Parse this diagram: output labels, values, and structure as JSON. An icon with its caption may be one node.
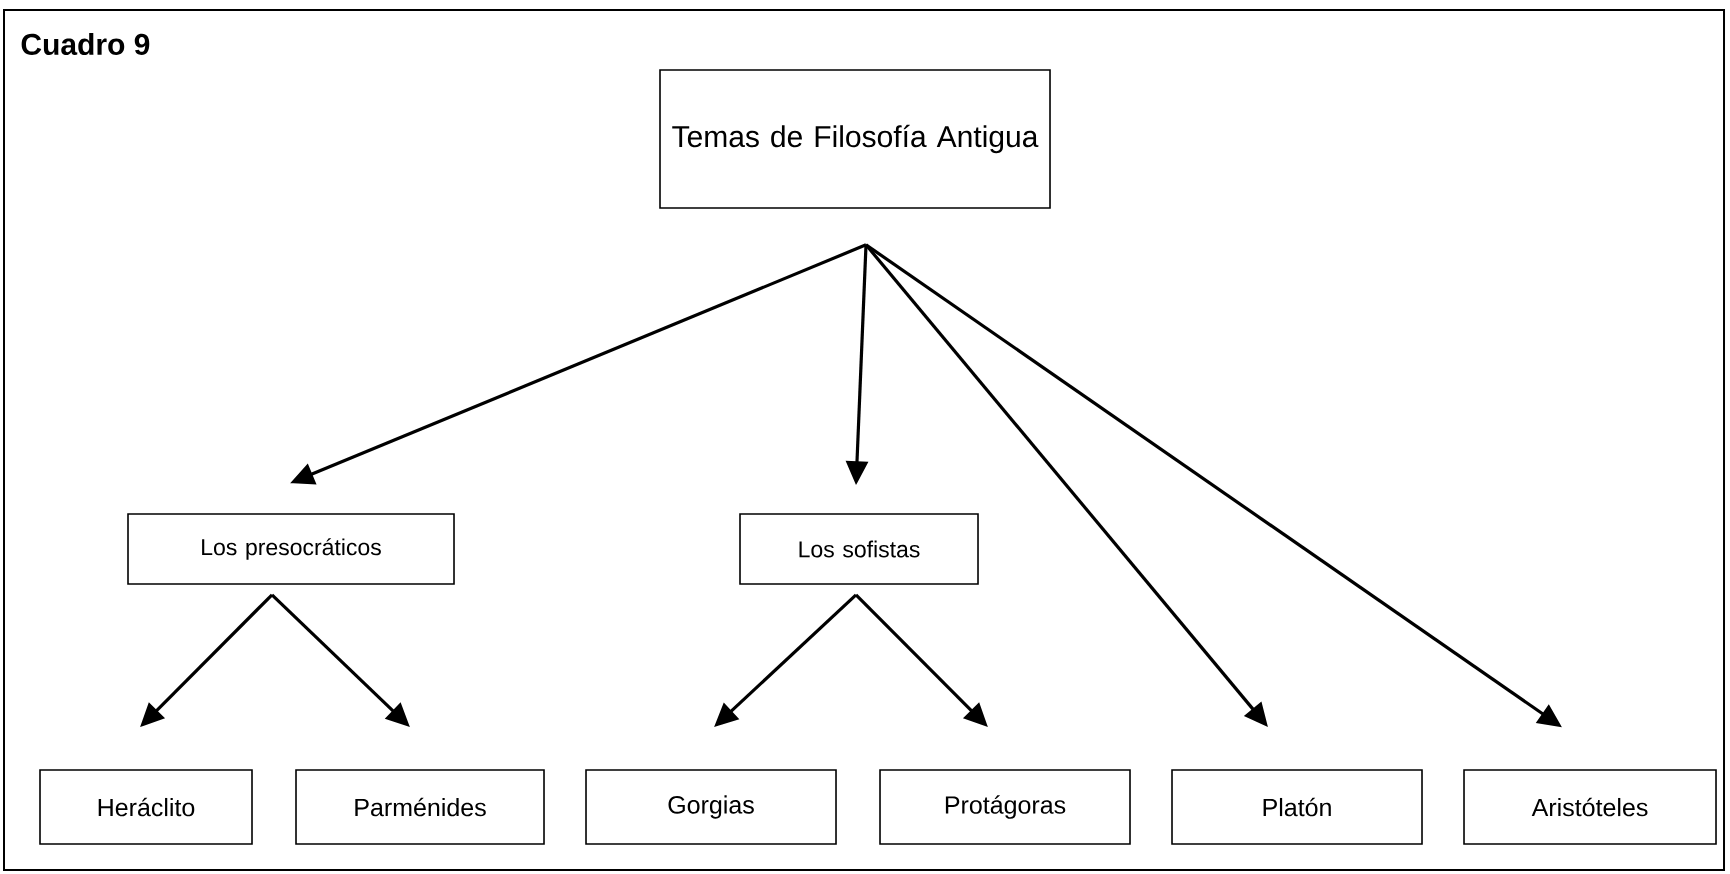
{
  "diagram": {
    "title": "Cuadro 9",
    "nodes": [
      {
        "text": [
          "Temas de Filosofía Antigua"
        ]
      },
      {
        "text": [
          "Los presocráticos"
        ]
      },
      {
        "text": [
          "Los sofistas"
        ]
      },
      {
        "text": [
          "Heráclito"
        ]
      },
      {
        "text": [
          "Parménides"
        ]
      },
      {
        "text": [
          "Gorgias"
        ]
      },
      {
        "text": [
          "Protágoras"
        ]
      },
      {
        "text": [
          "Platón"
        ]
      },
      {
        "text": [
          "Aristóteles"
        ]
      }
    ],
    "edges": [
      {
        "from": 0,
        "to": 1,
        "arrow": "to"
      },
      {
        "from": 0,
        "to": 2,
        "arrow": "to"
      },
      {
        "from": 0,
        "to": 7,
        "arrow": "to"
      },
      {
        "from": 0,
        "to": 8,
        "arrow": "to"
      },
      {
        "from": 1,
        "to": 3,
        "arrow": "to"
      },
      {
        "from": 1,
        "to": 4,
        "arrow": "to"
      },
      {
        "from": 2,
        "to": 5,
        "arrow": "to"
      },
      {
        "from": 2,
        "to": 6,
        "arrow": "to"
      }
    ]
  }
}
